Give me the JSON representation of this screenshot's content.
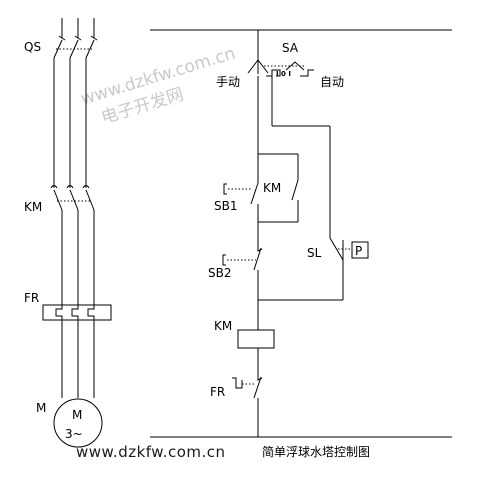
{
  "labels": {
    "qs": "QS",
    "km_main": "KM",
    "fr": "FR",
    "m": "M",
    "motor_m": "M",
    "motor_phase": "3~",
    "sa": "SA",
    "sa_pos_manual": "手动",
    "sa_pos_auto": "自动",
    "sa_contacts": "I 0 I",
    "sb1": "SB1",
    "km_hold": "KM",
    "sb2": "SB2",
    "sl": "SL",
    "p": "P",
    "km_coil": "KM",
    "fr_contact": "FR"
  },
  "watermark": {
    "url": "www.dzkfw.com.cn",
    "cn": "电子开发网"
  },
  "caption": {
    "url": "www.dzkfw.com.cn",
    "title": "简单浮球水塔控制图"
  }
}
